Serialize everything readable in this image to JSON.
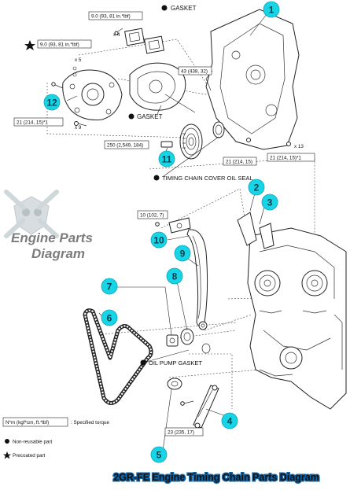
{
  "callouts": [
    "1",
    "2",
    "3",
    "4",
    "5",
    "6",
    "7",
    "8",
    "9",
    "10",
    "11",
    "12"
  ],
  "labels": {
    "gasket_top": "GASKET",
    "gasket_mid": "GASKET",
    "timing_seal": "TIMING CHAIN COVER OIL SEAL",
    "oil_pump_gasket": "OIL PUMP GASKET"
  },
  "torques": {
    "t1": "9.0 (93, 81 in.*lbf)",
    "t2": "9.0 (93, 81 in.*lbf)",
    "t3": "43 (438, 32)",
    "t4": "21 (214, 15)*1",
    "t5": "250 (2,549, 184)",
    "t6": "21 (214, 15)",
    "t7": "21 (214, 15)*1",
    "t8": "10 (102, 7)",
    "t9": "23 (235, 17)"
  },
  "multipliers": {
    "m1": "x 4",
    "m2": "x 5",
    "m3": "x 9",
    "m4": "x 13"
  },
  "watermark": {
    "line1": "Engine Parts",
    "line2": "Diagram"
  },
  "legend": {
    "torque_box": "N*m (kgf*cm, ft.*lbf)",
    "torque_text": ": Specified torque",
    "non_reusable": "Non-reusable part",
    "precoated": "Precoated part"
  },
  "caption": "2GR-FE Engine Timing Chain Parts Diagram",
  "colors": {
    "callout": "#17d5e6",
    "caption_bg": "#0b63a8",
    "watermark": "#9fb4bb"
  }
}
